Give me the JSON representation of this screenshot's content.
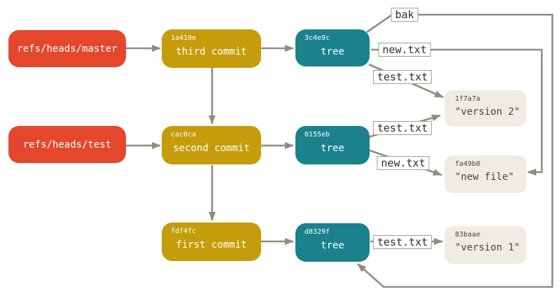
{
  "diagram": {
    "description": "Git object model: branch refs pointing to commits, commits to trees, trees to blobs",
    "nodes": {
      "refs": [
        {
          "label": "refs/heads/master"
        },
        {
          "label": "refs/heads/test"
        }
      ],
      "commits": [
        {
          "hash": "1a410e",
          "label": "third commit"
        },
        {
          "hash": "cac0ca",
          "label": "second commit"
        },
        {
          "hash": "fdf4fc",
          "label": "first commit"
        }
      ],
      "trees": [
        {
          "hash": "3c4e9c",
          "label": "tree"
        },
        {
          "hash": "0155eb",
          "label": "tree"
        },
        {
          "hash": "d8329f",
          "label": "tree"
        }
      ],
      "blobs": [
        {
          "hash": "1f7a7a",
          "label": "\"version 2\""
        },
        {
          "hash": "fa49b0",
          "label": "\"new file\""
        },
        {
          "hash": "83baae",
          "label": "\"version 1\""
        }
      ]
    },
    "edge_labels": [
      {
        "text": "bak"
      },
      {
        "text": "new.txt"
      },
      {
        "text": "test.txt"
      },
      {
        "text": "test.txt"
      },
      {
        "text": "new.txt"
      },
      {
        "text": "test.txt"
      }
    ],
    "colors": {
      "background": "#FFFFFF",
      "ref_box": "#E5472D",
      "commit_box": "#C59D0C",
      "tree_box": "#1A818D",
      "blob_box": "#EFEDE3",
      "blob_text": "#4A463F",
      "node_text": "#FFFFFF",
      "wire": "#938B7E",
      "label_border": "#A39C93",
      "label_text": "#2F2E2B"
    }
  }
}
